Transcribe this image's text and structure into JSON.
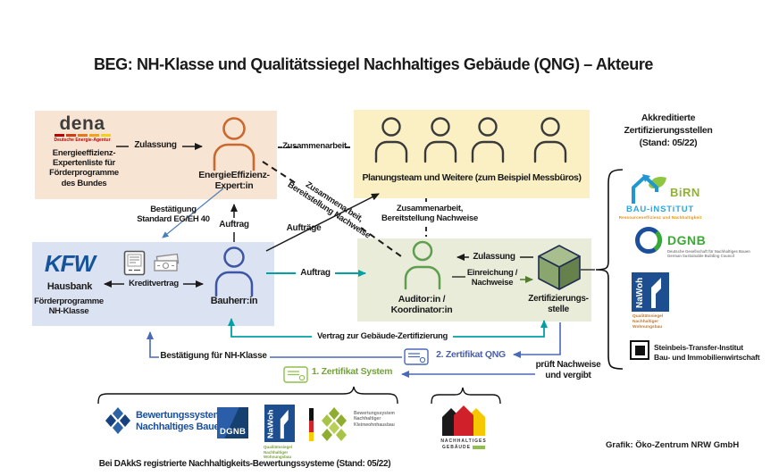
{
  "title": "BEG: NH-Klasse und Qualitätssiegel Nachhaltiges Gebäude (QNG) – Akteure",
  "colors": {
    "orange_box": "#f8e4d2",
    "yellow_box": "#fbf0c4",
    "blue_box": "#dbe2f1",
    "green_box": "#e8ecd9",
    "expert_orange": "#c9682f",
    "bauherr_blue": "#3c55a4",
    "auditor_green": "#5f9e4e",
    "teal_arrow": "#00a1a5",
    "blue_arrow": "#4a69b8",
    "green_text": "#76a23c",
    "kfw_blue": "#15549c",
    "dena_red": "#c00000"
  },
  "dena": {
    "name": "dena",
    "subtitle": "Deutsche Energie-Agentur",
    "description": "Energieeffizienz-\nExpertenliste für\nFörderprogramme\ndes Bundes"
  },
  "kfw": {
    "name": "KFW",
    "role": "Hausbank",
    "description": "Förderprogramme\nNH-Klasse"
  },
  "actors": {
    "expert": "EnergieEffizienz-\nExpert:in",
    "planungsteam": "Planungsteam und Weitere (zum Beispiel Messbüros)",
    "bauherr": "Bauherr:in",
    "auditor": "Auditor:in /\nKoordinator:in",
    "zertifizierungsstelle": "Zertifizierungs-\nstelle"
  },
  "edges": {
    "zulassung_dena": "Zulassung",
    "zusammenarbeit_top": "Zusammenarbeit",
    "auftraege": "Aufträge",
    "auftrag_expert": "Auftrag",
    "bestaetigung_standard": "Bestätigung\nStandard EG/EH 40",
    "zusammenarbeit_diagonal": "Zusammenarbeit,\nBereitstellung Nachweise",
    "zusammenarbeit_vertikal": "Zusammenarbeit,\nBereitstellung Nachweise",
    "kreditvertrag": "Kreditvertrag",
    "auftrag_bauherr": "Auftrag",
    "zulassung_stelle": "Zulassung",
    "einreichung": "Einreichung /\nNachweise",
    "vertrag_zertifizierung": "Vertrag zur Gebäude-Zertifizierung",
    "bestaetigung_nh": "Bestätigung für NH-Klasse",
    "zertifikat_qng": "2. Zertifikat QNG",
    "zertifikat_system": "1. Zertifikat System",
    "prueft": "prüft Nachweise\nund vergibt"
  },
  "right_panel": {
    "heading": "Akkreditierte\nZertifizierungsstellen\n(Stand: 05/22)",
    "birn": {
      "name": "BiRN",
      "subtitle": "BAU-iNSTiTUT",
      "tagline": "Ressourceneffizienz und Nachhaltigkeit"
    },
    "dgnb": {
      "name": "DGNB",
      "subtitle": "Deutsche Gesellschaft für Nachhaltiges Bauen\nGerman Sustainable Building Council"
    },
    "nawoh": {
      "name": "NaWoh",
      "subtitle": "Qualitätssiegel\nNachhaltiger\nWohnungsbau"
    },
    "steinbeis": {
      "name": "Steinbeis-Transfer-Institut\nBau- und Immobilienwirtschaft"
    }
  },
  "bottom_panel": {
    "bnb": "Bewertungssystem\nNachhaltiges Bauen",
    "dgnb": "DGNB",
    "nawoh": "NaWoh",
    "nawoh_subtitle": "Qualitätssiegel\nNachhaltiger\nWohnungsbau",
    "kleinwohnhausbau": "Bewertungssystem\nNachhaltiger\nKleinwohnhausbau",
    "qng_line1": "NACHHALTIGES",
    "qng_line2": "GEBÄUDE",
    "caption": "Bei DAkkS registrierte Nachhaltigkeits-Bewertungssysteme (Stand: 05/22)"
  },
  "credit": "Grafik: Öko-Zentrum NRW GmbH"
}
